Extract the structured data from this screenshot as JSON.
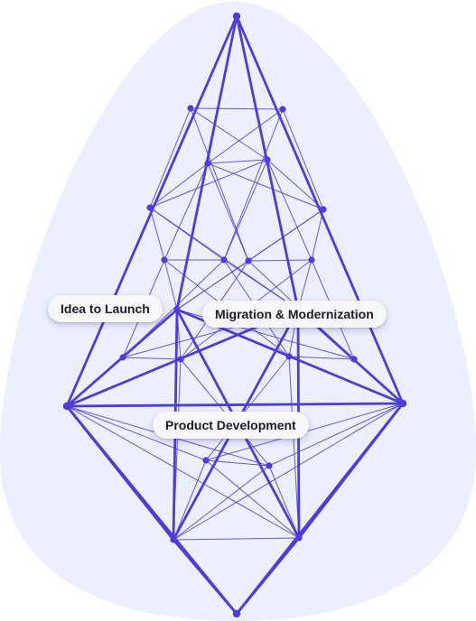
{
  "colors": {
    "background_blob": "#eceffd",
    "line": "#4b3ed8",
    "node": "#4b3ed8",
    "label_bg": "#f7f7f9",
    "label_text": "#1c1c2a"
  },
  "labels": {
    "idea_to_launch": "Idea to Launch",
    "migration": "Migration & Modernization",
    "product_development": "Product Development"
  }
}
